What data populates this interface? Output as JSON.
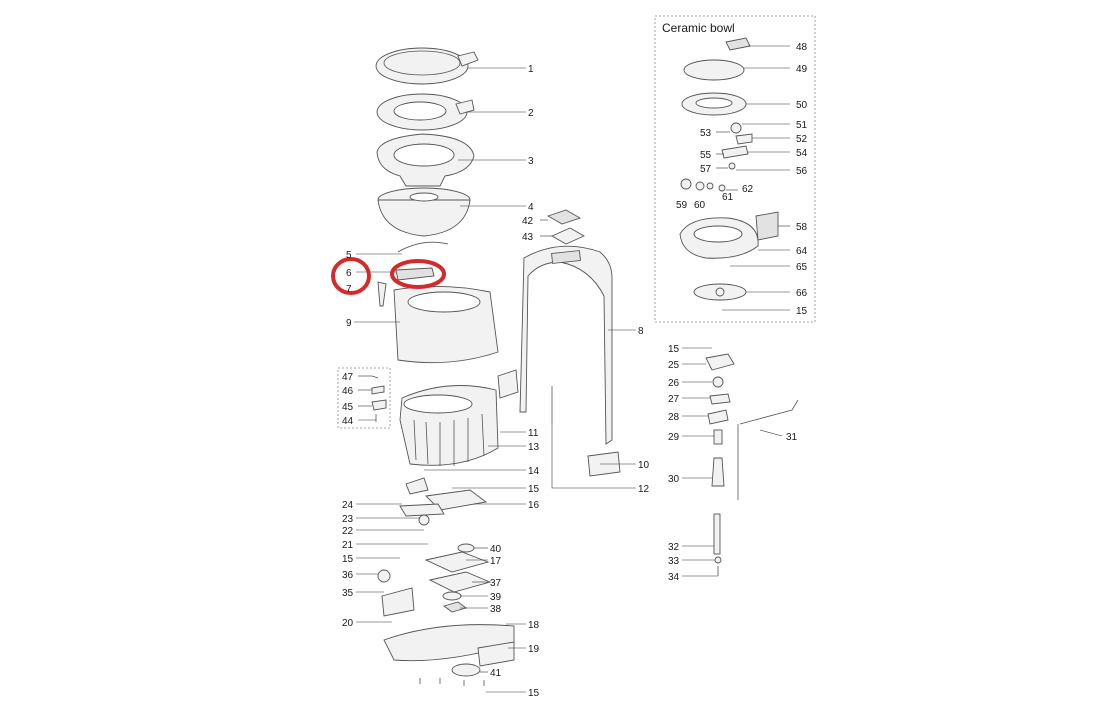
{
  "diagram": {
    "inset_title": "Ceramic bowl",
    "labels": [
      "1",
      "2",
      "3",
      "4",
      "5",
      "6",
      "7",
      "8",
      "9",
      "10",
      "11",
      "12",
      "13",
      "14",
      "15",
      "15",
      "15",
      "15",
      "15",
      "16",
      "17",
      "18",
      "19",
      "20",
      "21",
      "22",
      "23",
      "24",
      "25",
      "26",
      "27",
      "28",
      "29",
      "30",
      "31",
      "32",
      "33",
      "34",
      "35",
      "36",
      "37",
      "38",
      "39",
      "40",
      "41",
      "42",
      "43",
      "44",
      "45",
      "46",
      "47",
      "48",
      "49",
      "50",
      "51",
      "52",
      "53",
      "54",
      "55",
      "56",
      "57",
      "58",
      "59",
      "60",
      "61",
      "62",
      "64",
      "65",
      "66"
    ],
    "highlighted_parts": [
      "6"
    ],
    "colors": {
      "highlight": "#d42a2a",
      "line": "#333333",
      "part_fill": "#f2f2f2"
    }
  }
}
